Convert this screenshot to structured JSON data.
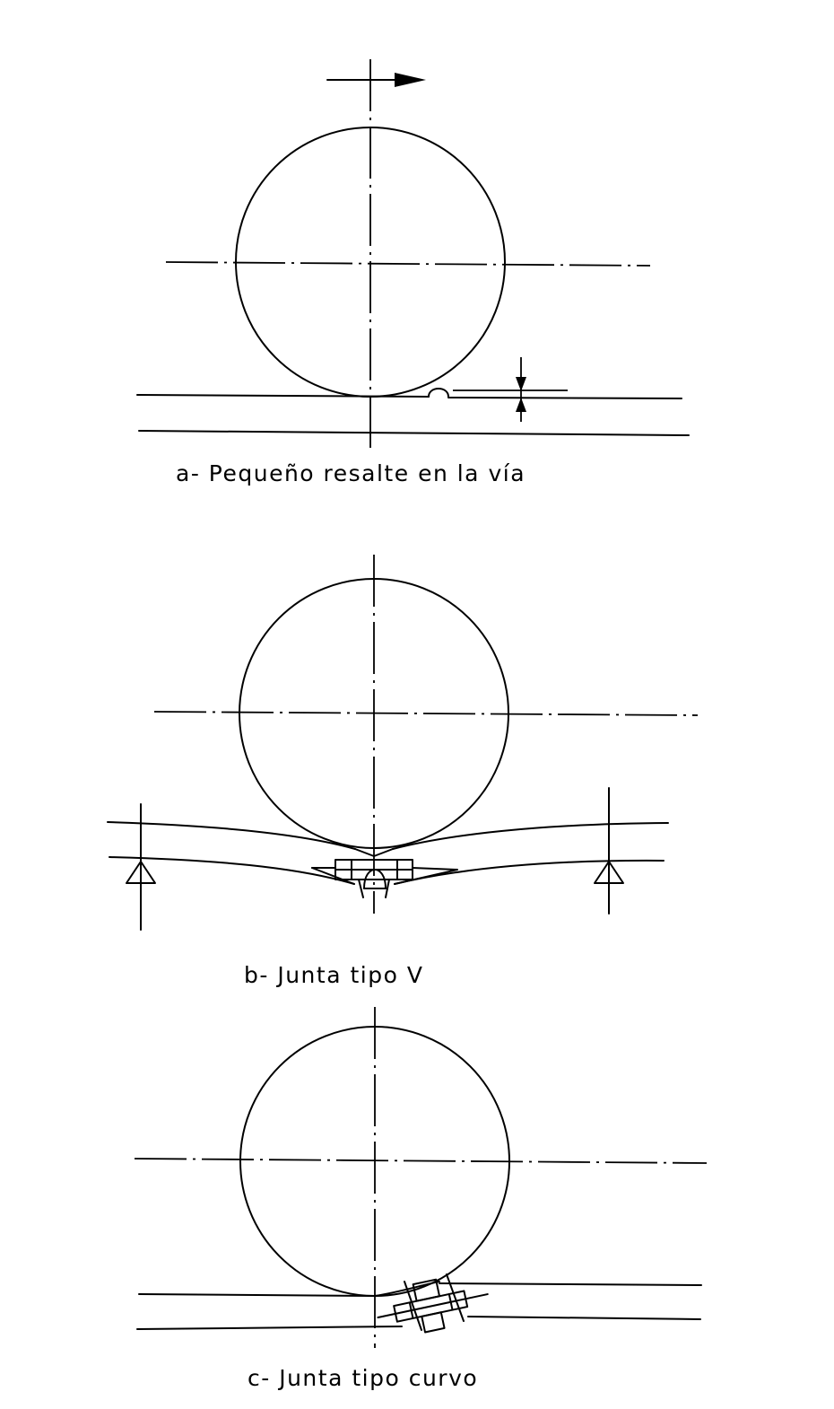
{
  "figure": {
    "captions": {
      "a": "a- Pequeño resalte en la vía",
      "b": "b- Junta tipo V",
      "c": "c- Junta tipo curvo"
    }
  }
}
